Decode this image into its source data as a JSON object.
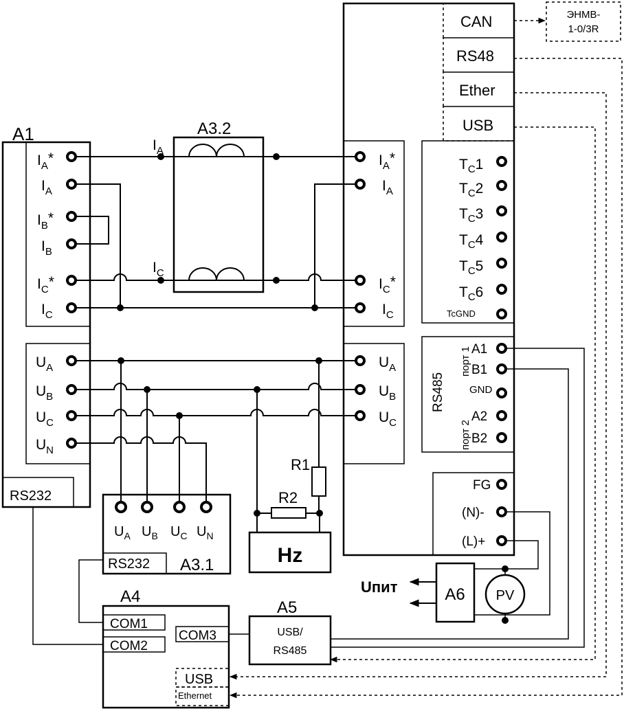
{
  "a1": {
    "label": "A1",
    "current_terminals": [
      {
        "base": "I",
        "sub": "A",
        "sup": "*"
      },
      {
        "base": "I",
        "sub": "A",
        "sup": ""
      },
      {
        "base": "I",
        "sub": "B",
        "sup": "*"
      },
      {
        "base": "I",
        "sub": "B",
        "sup": ""
      },
      {
        "base": "I",
        "sub": "C",
        "sup": "*"
      },
      {
        "base": "I",
        "sub": "C",
        "sup": ""
      }
    ],
    "voltage_terminals": [
      {
        "base": "U",
        "sub": "A"
      },
      {
        "base": "U",
        "sub": "B"
      },
      {
        "base": "U",
        "sub": "C"
      },
      {
        "base": "U",
        "sub": "N"
      }
    ],
    "port": "RS232"
  },
  "a32": {
    "label": "A3.2",
    "line_a": {
      "base": "I",
      "sub": "A"
    },
    "line_c": {
      "base": "I",
      "sub": "C"
    }
  },
  "device": {
    "current_terminals": [
      {
        "base": "I",
        "sub": "A",
        "sup": "*"
      },
      {
        "base": "I",
        "sub": "A",
        "sup": ""
      },
      {
        "base": "I",
        "sub": "C",
        "sup": "*"
      },
      {
        "base": "I",
        "sub": "C",
        "sup": ""
      }
    ],
    "voltage_terminals": [
      {
        "base": "U",
        "sub": "A"
      },
      {
        "base": "U",
        "sub": "B"
      },
      {
        "base": "U",
        "sub": "C"
      }
    ],
    "ports": [
      "CAN",
      "RS48",
      "Ether",
      "USB"
    ],
    "tc_terminals": [
      {
        "base": "T",
        "sub": "C",
        "num": "1"
      },
      {
        "base": "T",
        "sub": "C",
        "num": "2"
      },
      {
        "base": "T",
        "sub": "C",
        "num": "3"
      },
      {
        "base": "T",
        "sub": "C",
        "num": "4"
      },
      {
        "base": "T",
        "sub": "C",
        "num": "5"
      },
      {
        "base": "T",
        "sub": "C",
        "num": "6"
      }
    ],
    "tc_gnd": "TcGND",
    "rs485": {
      "title": "RS485",
      "port1": "порт 1",
      "port2": "порт 2",
      "terminals": [
        "A1",
        "B1",
        "GND",
        "A2",
        "B2"
      ]
    },
    "power_terminals": [
      "FG",
      "(N)-",
      "(L)+"
    ]
  },
  "enmv": {
    "line1": "ЭНМВ-",
    "line2": "1-0/3R"
  },
  "a31": {
    "label": "A3.1",
    "port": "RS232",
    "terminals": [
      {
        "base": "U",
        "sub": "A"
      },
      {
        "base": "U",
        "sub": "B"
      },
      {
        "base": "U",
        "sub": "C"
      },
      {
        "base": "U",
        "sub": "N"
      }
    ]
  },
  "r1": "R1",
  "r2": "R2",
  "hz": "Hz",
  "a4": {
    "label": "A4",
    "ports": [
      "COM1",
      "COM2",
      "COM3",
      "USB",
      "Ethernet"
    ]
  },
  "a5": {
    "label": "A5",
    "line1": "USB/",
    "line2": "RS485"
  },
  "a6": {
    "label": "A6"
  },
  "pv": "PV",
  "supply": "Uпит"
}
